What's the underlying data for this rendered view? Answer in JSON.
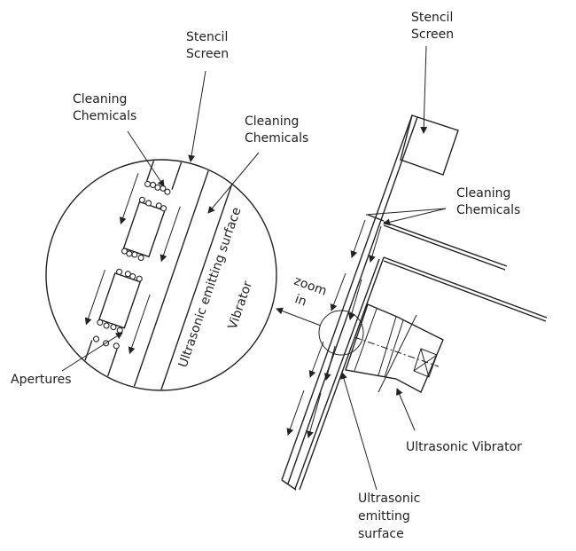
{
  "labels": {
    "stencil_screen_left": [
      "Stencil",
      "Screen"
    ],
    "cleaning_chemicals_left1": [
      "Cleaning",
      "Chemicals"
    ],
    "cleaning_chemicals_left2": [
      "Cleaning",
      "Chemicals"
    ],
    "apertures": "Apertures",
    "ultrasonic_emitting_surface_rotated": "Ultrasonic  emitting surface",
    "vibrator_rotated": "Vibrator",
    "zoom_in": [
      "zoom",
      "in"
    ],
    "stencil_screen_right": [
      "Stencil",
      "Screen"
    ],
    "cleaning_chemicals_right": [
      "Cleaning",
      "Chemicals"
    ],
    "ultrasonic_vibrator": "Ultrasonic Vibrator",
    "ultrasonic_emitting_surface": [
      "Ultrasonic",
      "emitting",
      "surface"
    ]
  }
}
